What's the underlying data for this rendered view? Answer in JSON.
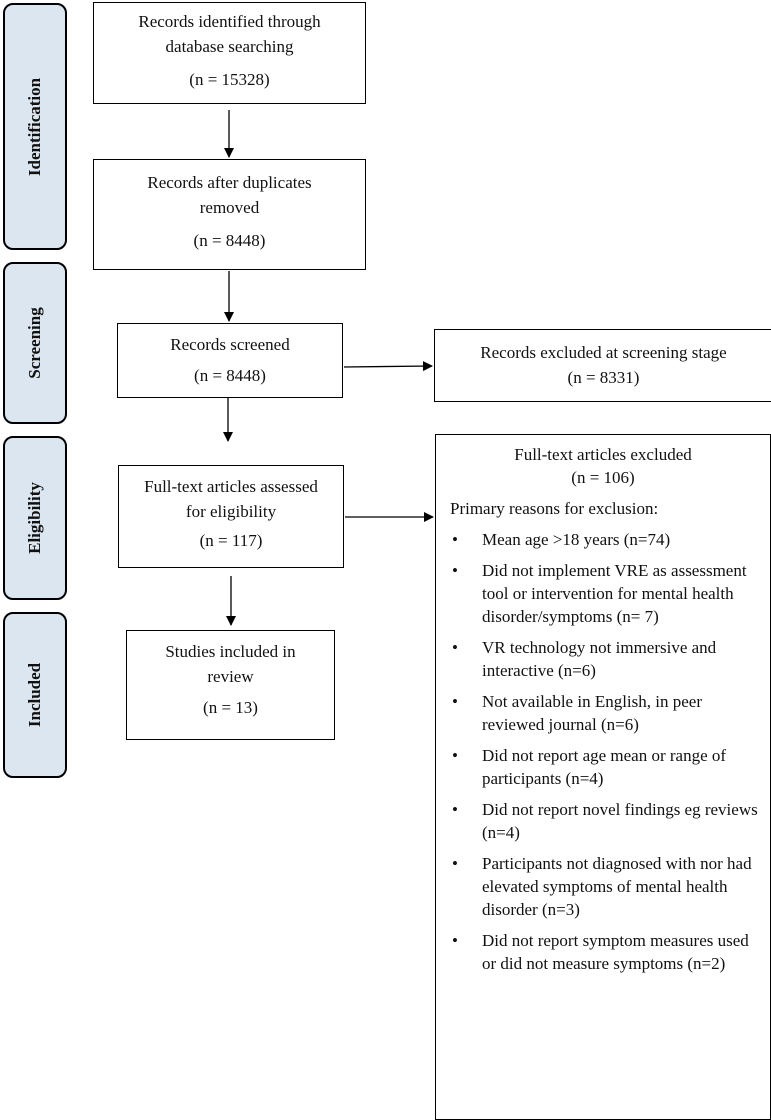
{
  "phases": {
    "identification": "Identification",
    "screening": "Screening",
    "eligibility": "Eligibility",
    "included": "Included"
  },
  "boxes": {
    "identified": {
      "text": "Records identified through database searching",
      "count": "(n = 15328)"
    },
    "deduplicated": {
      "text": "Records after duplicates removed",
      "count": "(n = 8448)"
    },
    "screened": {
      "text": "Records screened",
      "count": "(n = 8448)"
    },
    "excluded_screening": {
      "text": "Records excluded at screening stage (n = 8331)"
    },
    "fulltext": {
      "text": "Full-text articles assessed for eligibility",
      "count": "(n = 117)"
    },
    "included": {
      "text": "Studies included in review",
      "count": "(n = 13)"
    }
  },
  "fulltext_excluded": {
    "title": "Full-text articles excluded",
    "count": "(n = 106)",
    "reasons_title": "Primary reasons for exclusion:",
    "bullet": "•",
    "reasons": [
      "Mean age >18 years (n=74)",
      "Did not implement VRE as assessment tool or intervention for mental health disorder/symptoms (n= 7)",
      "VR technology not immersive and interactive (n=6)",
      "Not available in English, in peer reviewed journal (n=6)",
      "Did not report age mean or range of participants (n=4)",
      "Did not report novel findings  eg reviews (n=4)",
      "Participants not diagnosed with nor had elevated symptoms of mental health disorder (n=3)",
      "Did not report symptom measures used or did not measure symptoms (n=2)"
    ]
  }
}
